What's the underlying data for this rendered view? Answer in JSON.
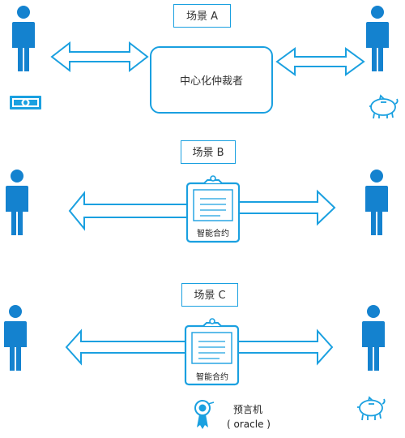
{
  "scene_a": {
    "label": "场景 A",
    "mediator": "中心化仲裁者"
  },
  "scene_b": {
    "label": "场景 B",
    "contract": "智能合约"
  },
  "scene_c": {
    "label": "场景 C",
    "contract": "智能合约",
    "oracle_name": "预言机",
    "oracle_sub": "( oracle )"
  },
  "colors": {
    "accent": "#1aa0e0",
    "figure": "#1482cf"
  },
  "icons": [
    "person-icon",
    "money-icon",
    "piggy-bank-icon",
    "clipboard-icon",
    "oracle-icon"
  ]
}
